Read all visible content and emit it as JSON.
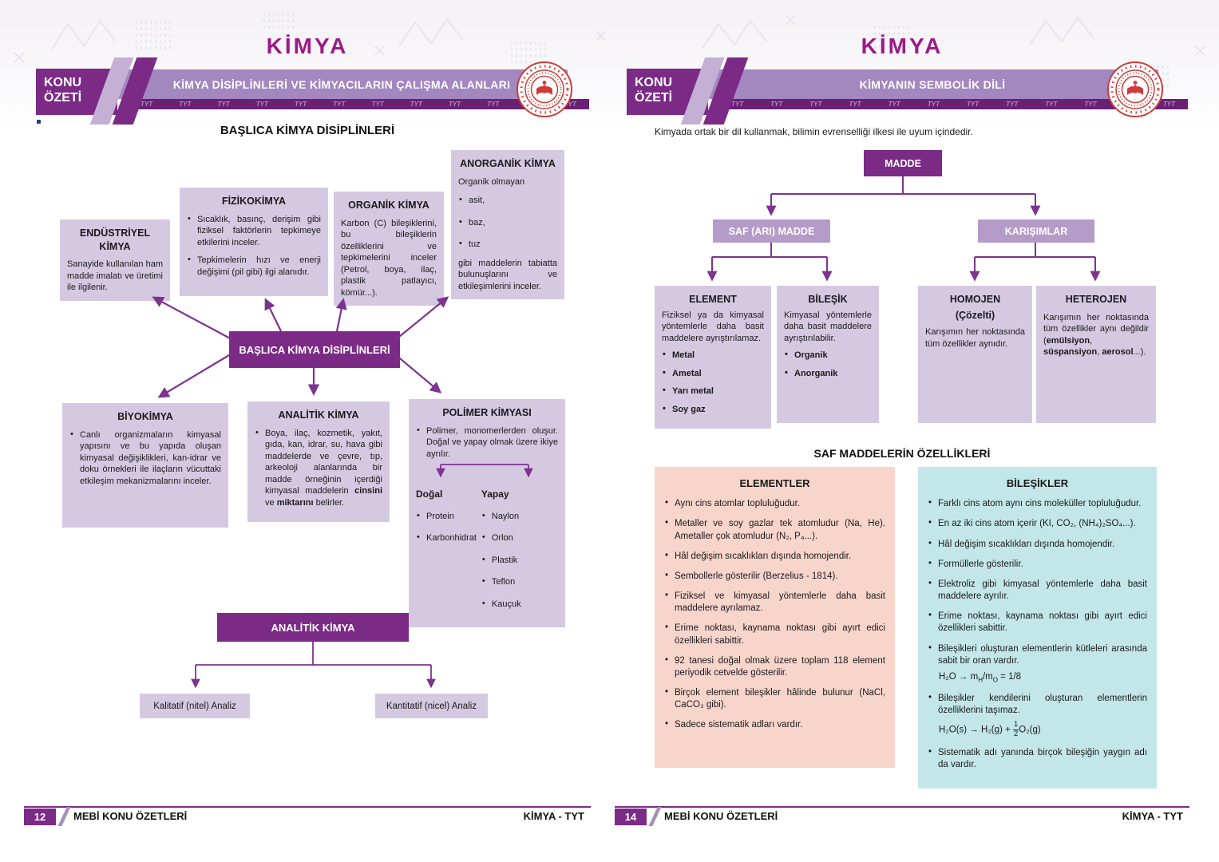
{
  "brand_colors": {
    "primary_purple": "#7b2a86",
    "banner_purple": "#a387bf",
    "medium_purple": "#b49bc8",
    "lavender_box": "#d5c9e2",
    "magenta_title": "#9c1a87",
    "pink_panel": "#f8d5cb",
    "cyan_panel": "#c3e7e9",
    "arrow_purple": "#7d3390",
    "logo_red": "#cf3a3a"
  },
  "left_page": {
    "page_title": "KİMYA",
    "badge_line1": "KONU",
    "badge_line2": "ÖZETİ",
    "banner_title": "KİMYA DİSİPLİNLERİ VE KİMYACILARIN ÇALIŞMA ALANLARI",
    "tyt": "TYT",
    "section_heading": "BAŞLICA KİMYA DİSİPLİNLERİ",
    "center_box": "BAŞLICA KİMYA DİSİPLİNLERİ",
    "endustriyel": {
      "title": "ENDÜSTRİYEL KİMYA",
      "body": "Sanayide kullanılan ham madde imalatı ve üretimi ile ilgilenir."
    },
    "fizikokimya": {
      "title": "FİZİKOKİMYA",
      "b1": "Sıcaklık, basınç, derişim gibi fiziksel faktörlerin tepkimeye etkilerini inceler.",
      "b2": "Tepkimelerin hızı ve enerji değişimi (pil gibi) ilgi alanıdır."
    },
    "organik": {
      "title": "ORGANİK KİMYA",
      "body": "Karbon (C) bileşiklerini, bu bileşiklerin özelliklerini ve tepkimelerini inceler (Petrol, boya, ilaç, plastik patlayıcı, kömür...)."
    },
    "anorganik": {
      "title": "ANORGANİK KİMYA",
      "intro": "Organik olmayan",
      "b1": "asit,",
      "b2": "baz,",
      "b3": "tuz",
      "outro": "gibi maddelerin tabiatta bulunuşlarını ve etkileşimlerini inceler."
    },
    "biyokimya": {
      "title": "BİYOKİMYA",
      "b1": "Canlı organizmaların kimyasal yapısını ve bu yapıda oluşan kimyasal değişiklikleri, kan-idrar ve doku örnekleri ile ilaçların vücuttaki etkileşim mekanizmalarını inceler."
    },
    "analitik": {
      "title": "ANALİTİK KİMYA",
      "b1_pre": "Boya, ilaç, kozmetik, yakıt, gıda, kan, idrar, su, hava gibi maddelerde ve çevre, tıp, arkeoloji alanlarında bir madde örneğinin içerdiği kimyasal maddelerin ",
      "b1_bold1": "cinsini",
      "b1_mid": " ve ",
      "b1_bold2": "miktarını",
      "b1_post": " belirler."
    },
    "polimer": {
      "title": "POLİMER KİMYASI",
      "b1": "Polimer, monomerlerden oluşur. Doğal ve yapay olmak üzere ikiye ayrılır.",
      "dogal_title": "Doğal",
      "dogal_items": [
        "Protein",
        "Karbonhidrat"
      ],
      "yapay_title": "Yapay",
      "yapay_items": [
        "Naylon",
        "Orlon",
        "Plastik",
        "Teflon",
        "Kauçuk"
      ]
    },
    "analitik_tree": {
      "root": "ANALİTİK KİMYA",
      "left_leaf": "Kalitatif (nitel) Analiz",
      "right_leaf": "Kantitatif (nicel) Analiz"
    },
    "footer": {
      "page_number": "12",
      "series": "MEBİ KONU ÖZETLERİ",
      "subject": "KİMYA - TYT"
    }
  },
  "right_page": {
    "page_title": "KİMYA",
    "badge_line1": "KONU",
    "badge_line2": "ÖZETİ",
    "banner_title": "KİMYANIN SEMBOLİK DİLİ",
    "tyt": "TYT",
    "intro": "Kimyada ortak bir dil kullanmak, bilimin evrenselliği ilkesi ile uyum içindedir.",
    "madde": "MADDE",
    "saf_madde": "SAF (ARI) MADDE",
    "karisimlar": "KARIŞIMLAR",
    "element": {
      "title": "ELEMENT",
      "body": "Fiziksel ya da kimyasal yöntemlerle daha basit maddelere ayrıştırılamaz.",
      "items": [
        "Metal",
        "Ametal",
        "Yarı metal",
        "Soy gaz"
      ]
    },
    "bilesik": {
      "title": "BİLEŞİK",
      "body": "Kimyasal yöntemlerle daha basit maddelere ayrıştırılabilir.",
      "items": [
        "Organik",
        "Anorganik"
      ]
    },
    "homojen": {
      "title": "HOMOJEN",
      "subtitle": "(Çözelti)",
      "body": "Karışımın her noktasında tüm özellikler aynıdır."
    },
    "heterojen": {
      "title": "HETEROJEN",
      "pre": "Karışımın her noktasında tüm özellikler aynı değildir (",
      "bold1": "emülsiyon",
      "sep1": ", ",
      "bold2": "süspansiyon",
      "sep2": ", ",
      "bold3": "aerosol",
      "post": "...)."
    },
    "saf_heading": "SAF MADDELERİN ÖZELLİKLERİ",
    "elementler": {
      "title": "ELEMENTLER",
      "b1": "Aynı cins atomlar topluluğudur.",
      "b2": "Metaller ve soy gazlar tek atomludur (Na, He). Ametaller çok atomludur (N₂, P₄...).",
      "b3": "Hâl değişim sıcaklıkları dışında homojendir.",
      "b4": "Sembollerle gösterilir (Berzelius - 1814).",
      "b5": "Fiziksel ve kimyasal yöntemlerle daha basit maddelere ayrılamaz.",
      "b6": "Erime noktası, kaynama noktası gibi ayırt edici özellikleri sabittir.",
      "b7": "92 tanesi doğal olmak üzere toplam 118 element periyodik cetvelde gösterilir.",
      "b8": "Birçok element bileşikler hâlinde bulunur (NaCl, CaCO₃ gibi).",
      "b9": "Sadece sistematik adları vardır."
    },
    "bilesikler": {
      "title": "BİLEŞİKLER",
      "b1": "Farklı cins atom aynı cins moleküller topluluğudur.",
      "b2": "En az iki cins atom içerir (KI, CO₂, (NH₄)₂SO₄...).",
      "b3": "Hâl değişim sıcaklıkları dışında homojendir.",
      "b4": "Formüllerle gösterilir.",
      "b5": "Elektroliz gibi kimyasal yöntemlerle daha basit maddelere ayrılır.",
      "b6": "Erime noktası, kaynama noktası gibi ayırt edici özellikleri sabittir.",
      "b7": "Bileşikleri oluşturan elementlerin kütleleri arasında sabit bir oran vardır.",
      "f1a": "H₂O → m",
      "f1b": "H",
      "f1c": "/m",
      "f1d": "O",
      "f1e": " = 1/8",
      "b8": "Bileşikler kendilerini oluşturan elementlerin özelliklerini taşımaz.",
      "f2a": "H₂O(s) → H₂(g) + ",
      "f2num": "1",
      "f2den": "2",
      "f2b": "O₂(g)",
      "b9": "Sistematik adı yanında birçok bileşiğin yaygın adı da vardır."
    },
    "footer": {
      "page_number": "14",
      "series": "MEBİ KONU ÖZETLERİ",
      "subject": "KİMYA - TYT"
    }
  }
}
